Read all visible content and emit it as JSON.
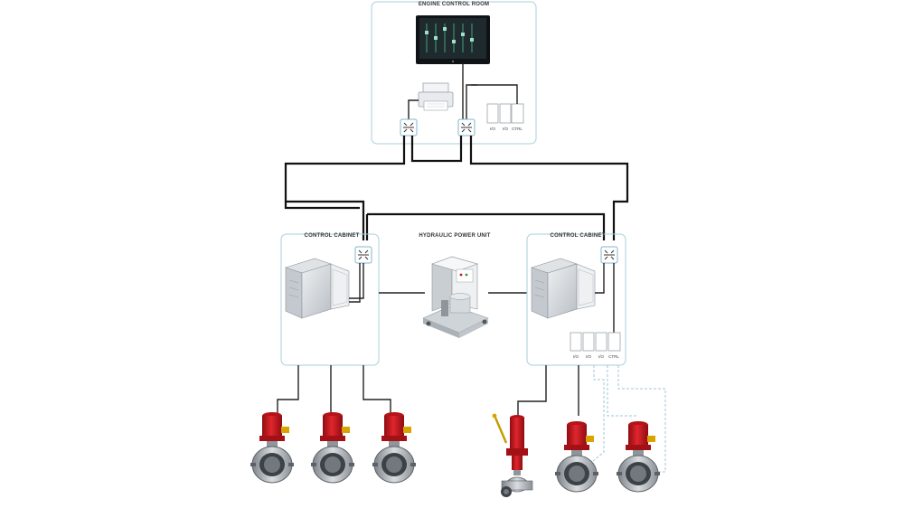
{
  "labels": {
    "engine_room": "ENGINE CONTROL ROOM",
    "cabinet_left": "CONTROL CABINET",
    "cabinet_right": "CONTROL CABINET",
    "hpu": "HYDRAULIC POWER UNIT"
  },
  "io_modules_top": [
    "I/O",
    "I/O",
    "CTRL"
  ],
  "io_modules_right": [
    "I/O",
    "I/O",
    "I/O",
    "CTRL"
  ],
  "colors": {
    "frame": "#a9cfdc",
    "cable": "#111111",
    "actuator": "#c8161d",
    "valve_body": "#9aa0a6",
    "screen_bg": "#1e2a2e"
  },
  "icons": {
    "switch": "network-switch-icon",
    "printer": "printer-icon",
    "monitor": "monitor-icon",
    "cabinet": "control-cabinet-icon",
    "hpu": "hydraulic-power-unit-icon",
    "valve": "actuated-butterfly-valve-icon",
    "ball_valve": "actuated-ball-valve-icon"
  }
}
